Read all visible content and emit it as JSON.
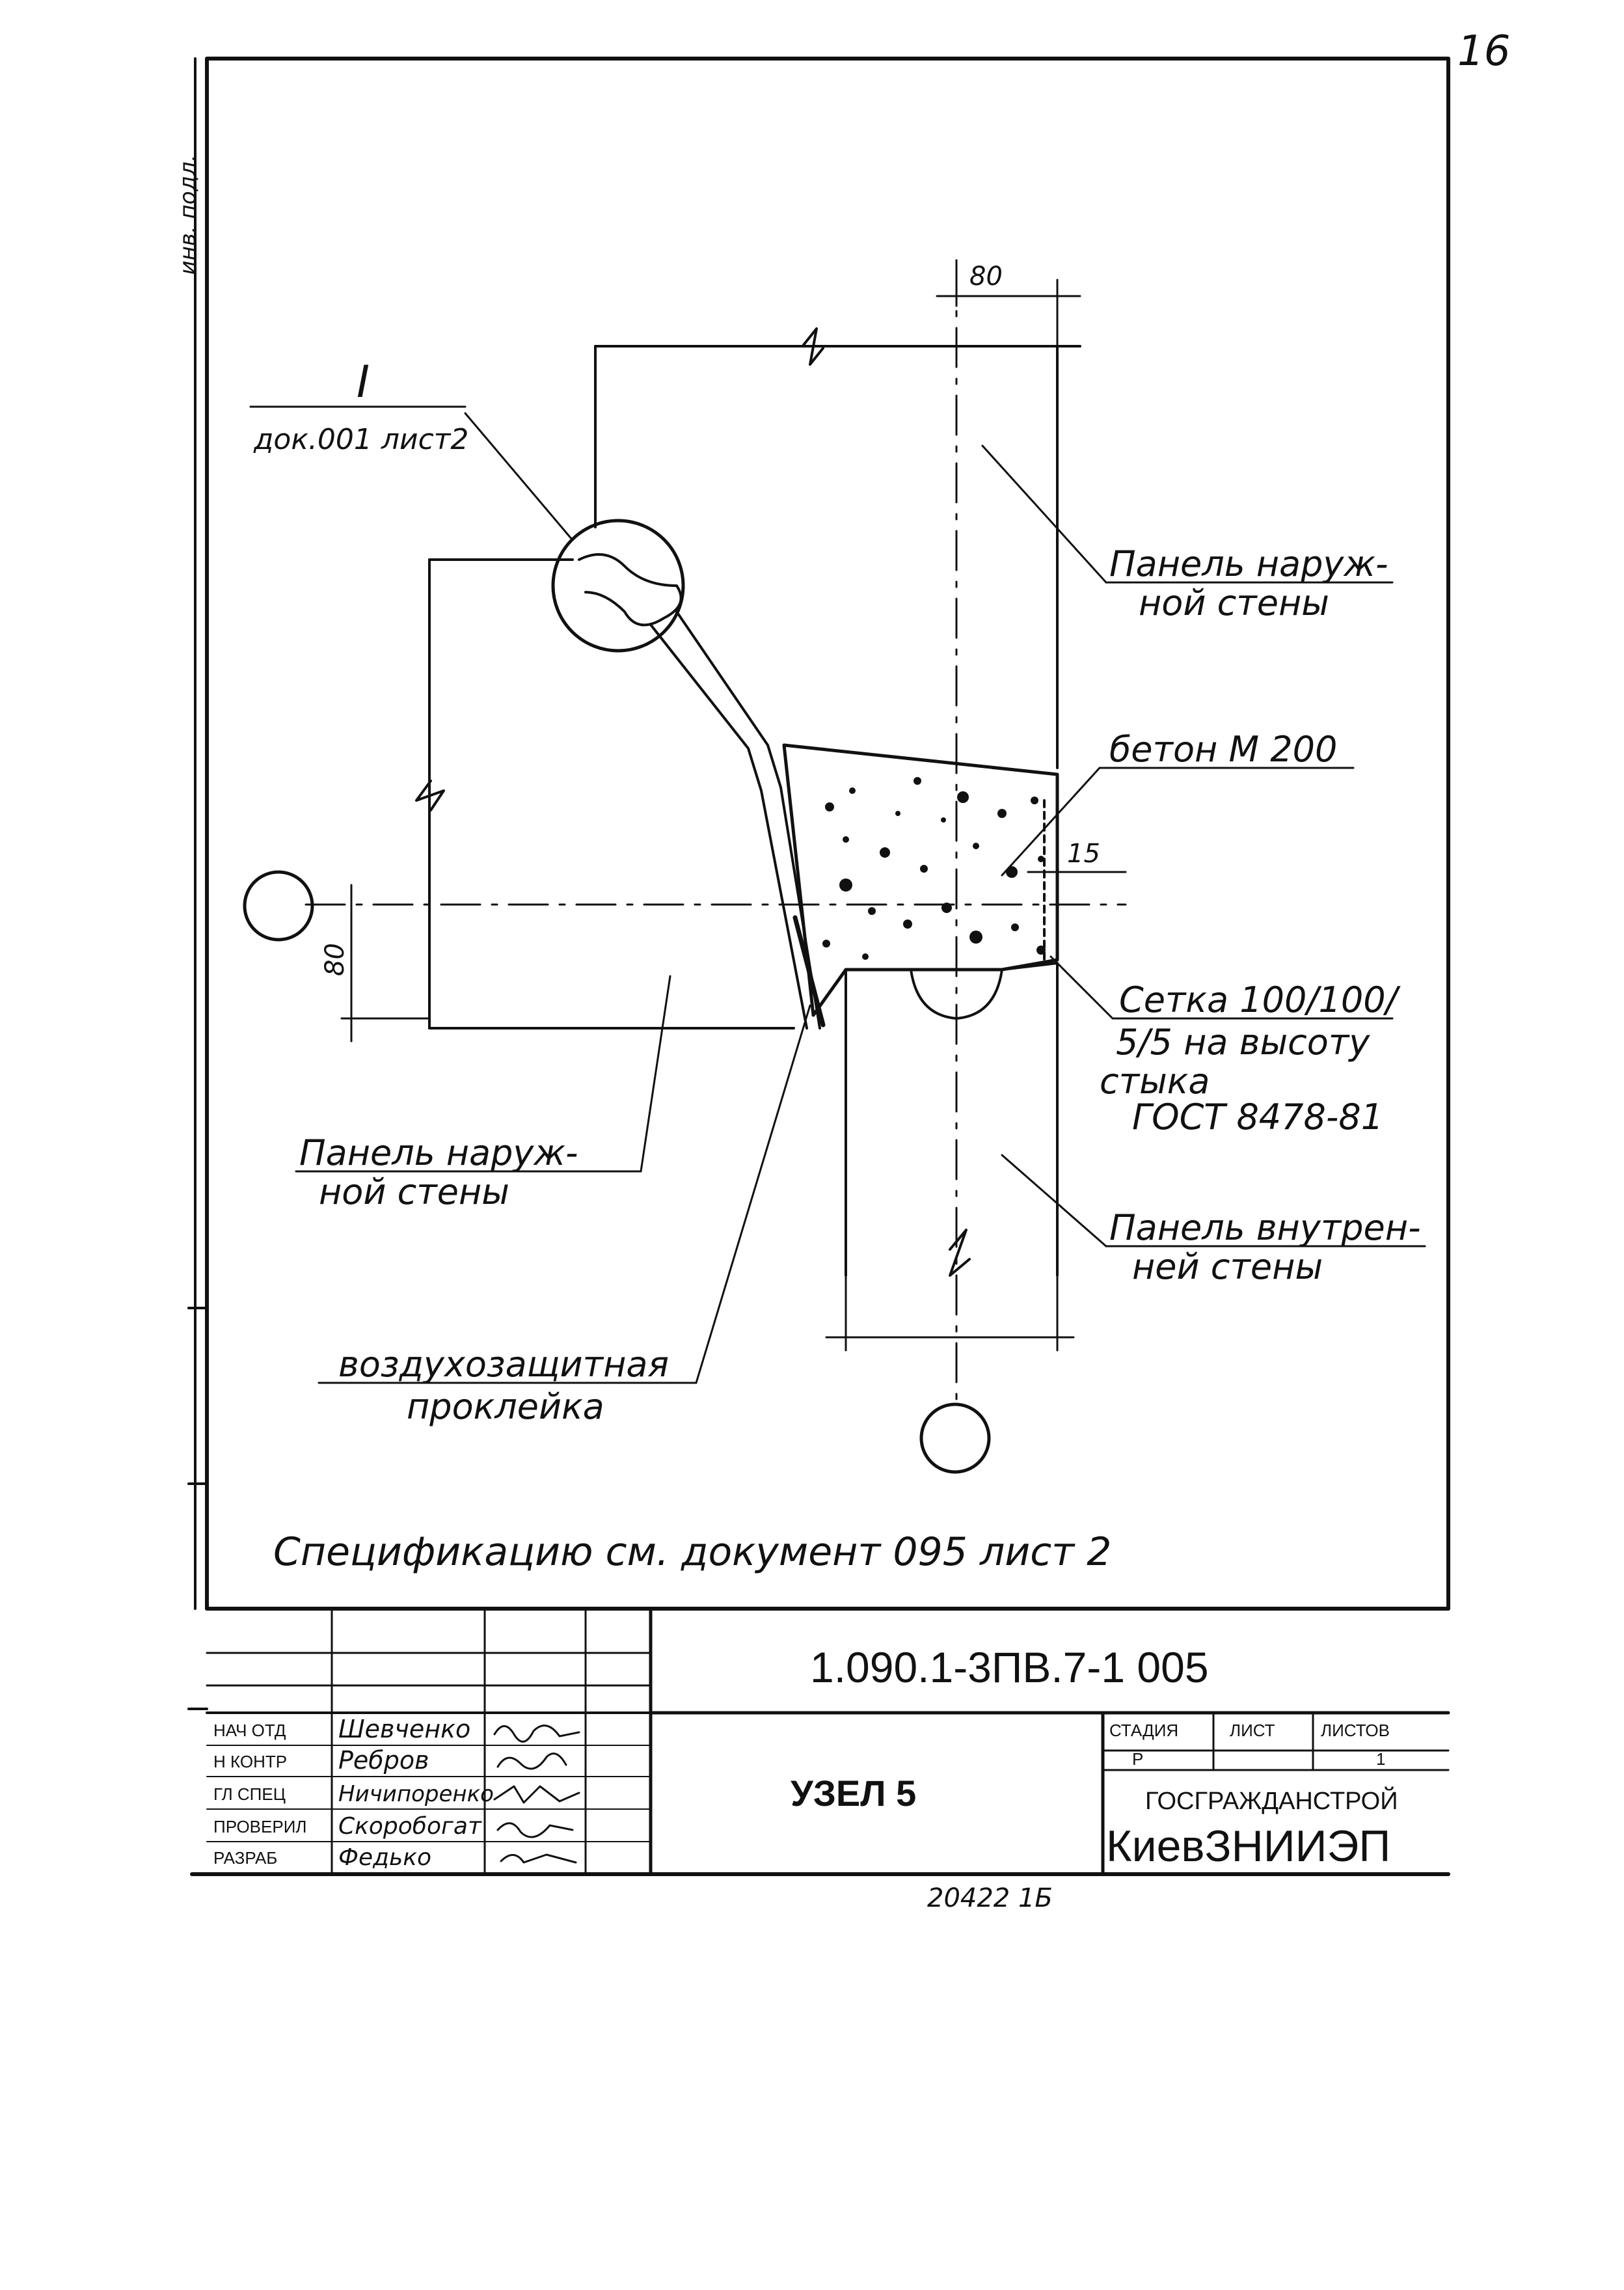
{
  "sheet": {
    "corner_number": "16",
    "bottom_number": "20422 1Б",
    "side_text": "инв. подл."
  },
  "drawing": {
    "callout_mark": "I",
    "callout_ref": "док.001 лист2",
    "dim_top": "80",
    "dim_left": "80",
    "dim_gap": "15",
    "label_outer_panel_top": [
      "Панель наруж-",
      "ной стены"
    ],
    "label_concrete": "бетон М 200",
    "label_mesh": [
      "Сетка 100/100/",
      "5/5 на высоту",
      "стыка",
      "ГОСТ 8478-81"
    ],
    "label_outer_panel_left": [
      "Панель наруж-",
      "ной стены"
    ],
    "label_inner_panel": [
      "Панель внутрен-",
      "ней стены"
    ],
    "label_tape": [
      "воздухозащитная",
      "проклейка"
    ],
    "spec_note": "Спецификацию см. документ 095 лист 2"
  },
  "title_block": {
    "doc_code": "1.090.1-3ПВ.7-1   005",
    "title": "УЗЕЛ 5",
    "col_stage": "СТАДИЯ",
    "col_sheet": "ЛИСТ",
    "col_sheets": "ЛИСТОВ",
    "stage": "Р",
    "sheet_no": "",
    "sheets_total": "1",
    "org_line1": "ГОСГРАЖДАНСТРОЙ",
    "org_line2": "КиевЗНИИЭП",
    "roles": [
      {
        "role": "НАЧ ОТД",
        "name": "Шевченко"
      },
      {
        "role": "Н КОНТР",
        "name": "Ребров"
      },
      {
        "role": "ГЛ СПЕЦ",
        "name": "Ничипоренко"
      },
      {
        "role": "ПРОВЕРИЛ",
        "name": "Скоробогат"
      },
      {
        "role": "РАЗРАБ",
        "name": "Федько"
      }
    ]
  }
}
